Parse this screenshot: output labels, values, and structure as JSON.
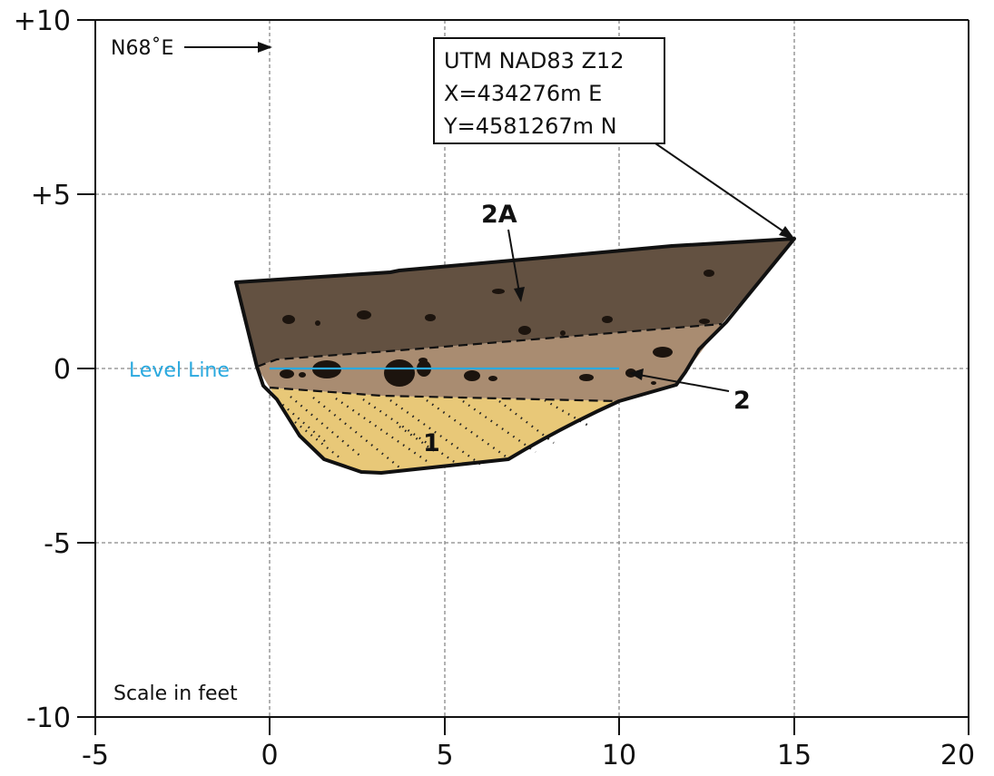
{
  "compass_label": "N68˚E",
  "scale_label": "Scale in feet",
  "location_box": {
    "line1": "UTM NAD83 Z12",
    "line2": "X=434276m E",
    "line3": "Y=4581267m N"
  },
  "level_line_label": "Level Line",
  "unit_labels": {
    "layer_2A": "2A",
    "layer_2": "2",
    "layer_1": "1"
  },
  "x_axis": {
    "range": [
      -5,
      20
    ],
    "ticks": [
      {
        "value": -5,
        "label": "-5"
      },
      {
        "value": 0,
        "label": "0"
      },
      {
        "value": 5,
        "label": "5"
      },
      {
        "value": 10,
        "label": "10"
      },
      {
        "value": 15,
        "label": "15"
      },
      {
        "value": 20,
        "label": "20"
      }
    ]
  },
  "y_axis": {
    "range": [
      -10,
      10
    ],
    "ticks": [
      {
        "value": 10,
        "label": "+10"
      },
      {
        "value": 5,
        "label": "+5"
      },
      {
        "value": 0,
        "label": "0"
      },
      {
        "value": -5,
        "label": "-5"
      },
      {
        "value": -10,
        "label": "-10"
      }
    ]
  },
  "colors": {
    "unit_2A_fill": "#635141",
    "unit_2_fill": "#a98c71",
    "unit_1_fill": "#e8c878",
    "level_line": "#2aa9df",
    "grid": "#888888",
    "outline": "#111111"
  },
  "grid": true
}
